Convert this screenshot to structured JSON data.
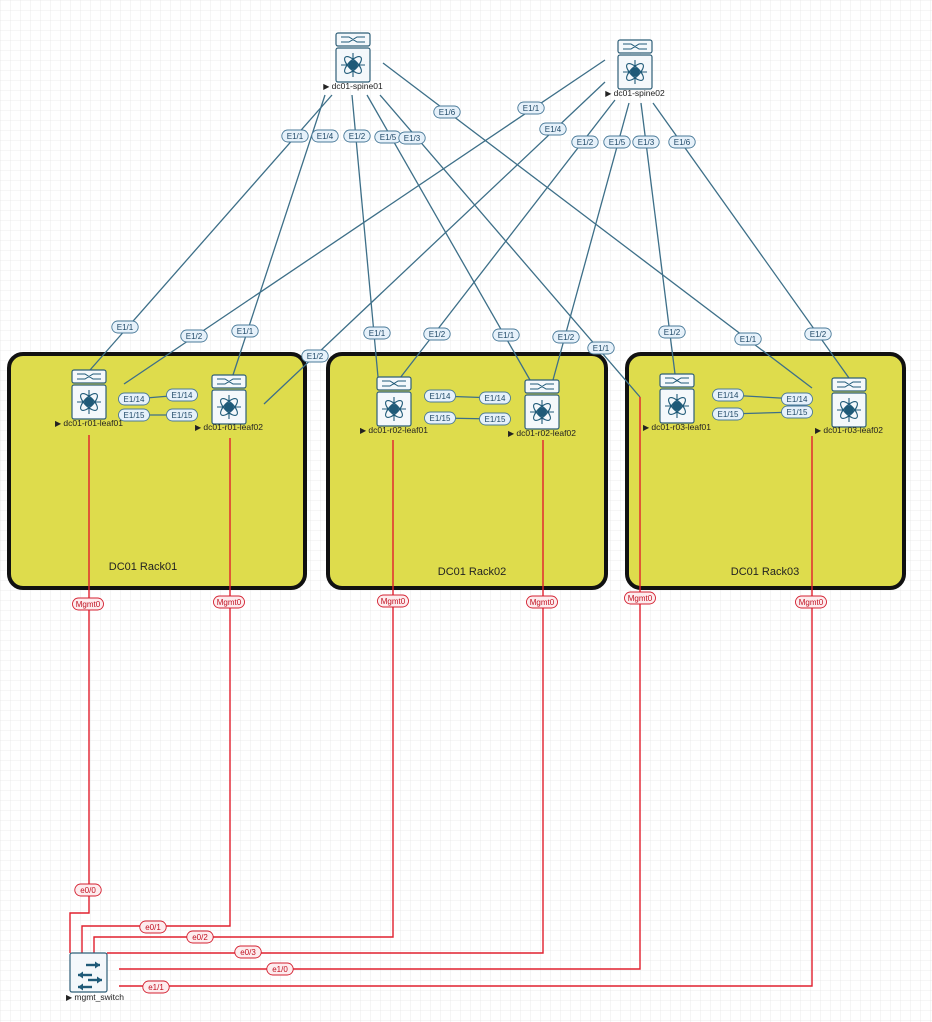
{
  "colors": {
    "rack_fill": "#dedc4c",
    "data_link": "#3d6f88",
    "mgmt_link": "#e0202e",
    "icon": "#1f5a78"
  },
  "racks": [
    {
      "id": "rack01",
      "label": "DC01 Rack01"
    },
    {
      "id": "rack02",
      "label": "DC01 Rack02"
    },
    {
      "id": "rack03",
      "label": "DC01 Rack03"
    }
  ],
  "nodes": [
    {
      "id": "spine01",
      "label": "dc01-spine01",
      "icon": "nexus-switch-icon"
    },
    {
      "id": "spine02",
      "label": "dc01-spine02",
      "icon": "nexus-switch-icon"
    },
    {
      "id": "r01l01",
      "label": "dc01-r01-leaf01",
      "icon": "nexus-switch-icon"
    },
    {
      "id": "r01l02",
      "label": "dc01-r01-leaf02",
      "icon": "nexus-switch-icon"
    },
    {
      "id": "r02l01",
      "label": "dc01-r02-leaf01",
      "icon": "nexus-switch-icon"
    },
    {
      "id": "r02l02",
      "label": "dc01-r02-leaf02",
      "icon": "nexus-switch-icon"
    },
    {
      "id": "r03l01",
      "label": "dc01-r03-leaf01",
      "icon": "nexus-switch-icon"
    },
    {
      "id": "r03l02",
      "label": "dc01-r03-leaf02",
      "icon": "nexus-switch-icon"
    },
    {
      "id": "mgmt",
      "label": "mgmt_switch",
      "icon": "l2-switch-icon"
    }
  ],
  "links": [
    {
      "a": "spine01",
      "b": "r01l01",
      "a_if": "E1/1",
      "b_if": "E1/1",
      "type": "data"
    },
    {
      "a": "spine01",
      "b": "r01l02",
      "a_if": "E1/4",
      "b_if": "E1/1",
      "type": "data"
    },
    {
      "a": "spine01",
      "b": "r02l01",
      "a_if": "E1/2",
      "b_if": "E1/1",
      "type": "data"
    },
    {
      "a": "spine01",
      "b": "r02l02",
      "a_if": "E1/5",
      "b_if": "E1/1",
      "type": "data"
    },
    {
      "a": "spine01",
      "b": "r03l01",
      "a_if": "E1/3",
      "b_if": "E1/1",
      "type": "data"
    },
    {
      "a": "spine01",
      "b": "r03l02",
      "a_if": "E1/6",
      "b_if": "E1/1",
      "type": "data"
    },
    {
      "a": "spine02",
      "b": "r01l01",
      "a_if": "E1/1",
      "b_if": "E1/2",
      "type": "data"
    },
    {
      "a": "spine02",
      "b": "r01l02",
      "a_if": "E1/4",
      "b_if": "E1/2",
      "type": "data"
    },
    {
      "a": "spine02",
      "b": "r02l01",
      "a_if": "E1/2",
      "b_if": "E1/2",
      "type": "data"
    },
    {
      "a": "spine02",
      "b": "r02l02",
      "a_if": "E1/5",
      "b_if": "E1/2",
      "type": "data"
    },
    {
      "a": "spine02",
      "b": "r03l01",
      "a_if": "E1/3",
      "b_if": "E1/2",
      "type": "data"
    },
    {
      "a": "spine02",
      "b": "r03l02",
      "a_if": "E1/6",
      "b_if": "E1/2",
      "type": "data"
    },
    {
      "a": "r01l01",
      "b": "r01l02",
      "a_if": "E1/14",
      "b_if": "E1/14",
      "type": "data"
    },
    {
      "a": "r01l01",
      "b": "r01l02",
      "a_if": "E1/15",
      "b_if": "E1/15",
      "type": "data"
    },
    {
      "a": "r02l01",
      "b": "r02l02",
      "a_if": "E1/14",
      "b_if": "E1/14",
      "type": "data"
    },
    {
      "a": "r02l01",
      "b": "r02l02",
      "a_if": "E1/15",
      "b_if": "E1/15",
      "type": "data"
    },
    {
      "a": "r03l01",
      "b": "r03l02",
      "a_if": "E1/14",
      "b_if": "E1/14",
      "type": "data"
    },
    {
      "a": "r03l01",
      "b": "r03l02",
      "a_if": "E1/15",
      "b_if": "E1/15",
      "type": "data"
    },
    {
      "a": "r01l01",
      "b": "mgmt",
      "a_if": "Mgmt0",
      "b_if": "e0/0",
      "type": "mgmt"
    },
    {
      "a": "r01l02",
      "b": "mgmt",
      "a_if": "Mgmt0",
      "b_if": "e0/1",
      "type": "mgmt"
    },
    {
      "a": "r02l01",
      "b": "mgmt",
      "a_if": "Mgmt0",
      "b_if": "e0/2",
      "type": "mgmt"
    },
    {
      "a": "r02l02",
      "b": "mgmt",
      "a_if": "Mgmt0",
      "b_if": "e0/3",
      "type": "mgmt"
    },
    {
      "a": "r03l01",
      "b": "mgmt",
      "a_if": "Mgmt0",
      "b_if": "e1/0",
      "type": "mgmt"
    },
    {
      "a": "r03l02",
      "b": "mgmt",
      "a_if": "Mgmt0",
      "b_if": "e1/1",
      "type": "mgmt"
    }
  ]
}
